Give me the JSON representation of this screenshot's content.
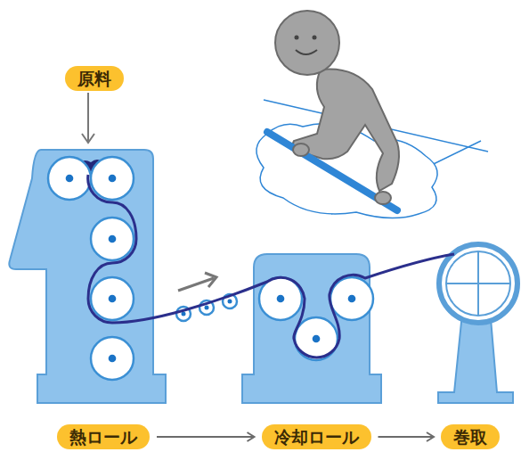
{
  "diagram": {
    "nodes": [
      {
        "text": [
          "原料"
        ]
      },
      {
        "text": [
          "熱ロール"
        ]
      },
      {
        "text": [
          "冷却ロール"
        ]
      },
      {
        "text": [
          "巻取"
        ]
      }
    ],
    "edges": [
      {
        "from": 1,
        "to": 2,
        "arrow": "to"
      },
      {
        "from": 2,
        "to": 3,
        "arrow": "to"
      }
    ]
  }
}
